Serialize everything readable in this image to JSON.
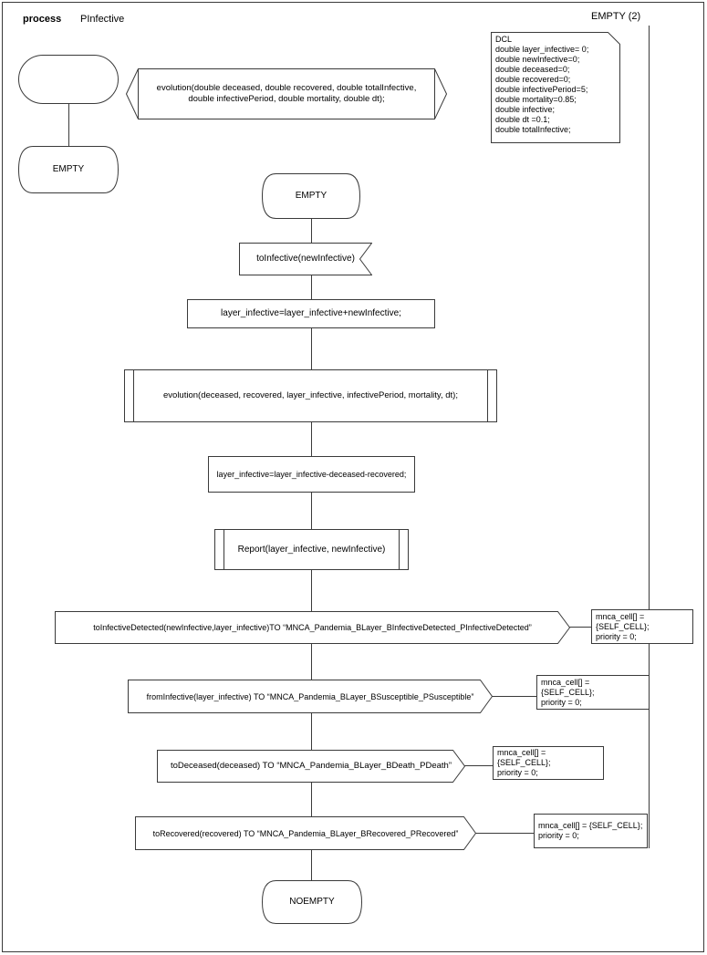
{
  "header": {
    "kind_label": "process",
    "name": "PInfective",
    "state_indicator": "EMPTY (2)"
  },
  "declarations": {
    "text": "DCL\ndouble layer_infective= 0;\ndouble newInfective=0;\ndouble deceased=0;\ndouble recovered=0;\ndouble infectivePeriod=5;\ndouble mortality=0.85;\ndouble infective;\ndouble dt =0.1;\ndouble totalInfective;"
  },
  "procedure_declaration": {
    "text": "evolution(double deceased, double recovered, double totalInfective,\ndouble infectivePeriod, double mortality, double dt);"
  },
  "states": {
    "empty_left": "EMPTY",
    "empty_main": "EMPTY",
    "noempty": "NOEMPTY"
  },
  "flow": {
    "input_signal": "toInfective(newInfective)",
    "task1": "layer_infective=layer_infective+newInfective;",
    "procedure_call1": "evolution(deceased, recovered, layer_infective, infectivePeriod, mortality, dt);",
    "task2": "layer_infective=layer_infective-deceased-recovered;",
    "procedure_call2": "Report(layer_infective, newInfective)",
    "output1": "toInfectiveDetected(newInfective,layer_infective)TO “MNCA_Pandemia_BLayer_BInfectiveDetected_PInfectiveDetected”",
    "output2": "fromInfective(layer_infective) TO “MNCA_Pandemia_BLayer_BSusceptible_PSusceptible”",
    "output3": "toDeceased(deceased) TO “MNCA_Pandemia_BLayer_BDeath_PDeath”",
    "output4": "toRecovered(recovered) TO “MNCA_Pandemia_BLayer_BRecovered_PRecovered”"
  },
  "comments": {
    "comment1": "mnca_cell[] = {SELF_CELL};\npriority = 0;",
    "comment2": "mnca_cell[] = {SELF_CELL};\npriority = 0;",
    "comment3": "mnca_cell[] = {SELF_CELL};\npriority = 0;",
    "comment4": "mnca_cell[] = {SELF_CELL};\npriority = 0;"
  },
  "colors": {
    "stroke": "#3a3a3a",
    "shape_fill": "#ffffff",
    "text": "#000000"
  }
}
